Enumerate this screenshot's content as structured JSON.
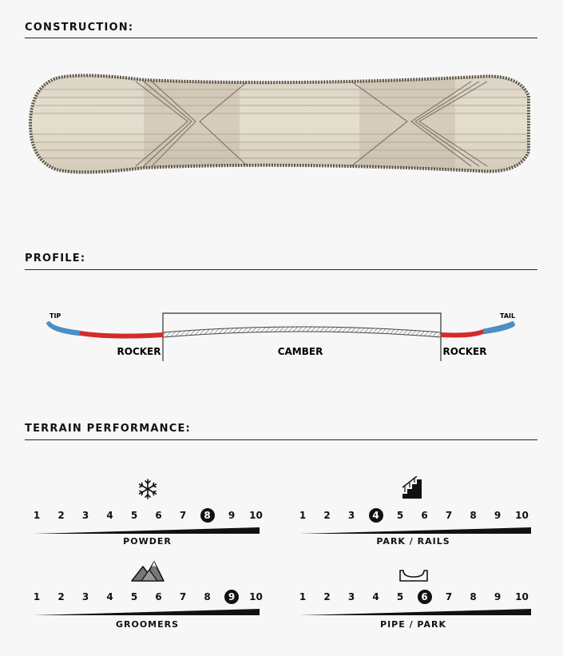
{
  "sections": {
    "construction": "CONSTRUCTION:",
    "profile": "PROFILE:",
    "terrain": "TERRAIN PERFORMANCE:"
  },
  "profile": {
    "tip_label": "TIP",
    "tail_label": "TAIL",
    "left_zone": "ROCKER",
    "center_zone": "CAMBER",
    "right_zone": "ROCKER",
    "colors": {
      "tip_tail": "#4a90c8",
      "rocker": "#d42b2b"
    }
  },
  "terrain": {
    "scale": [
      "1",
      "2",
      "3",
      "4",
      "5",
      "6",
      "7",
      "8",
      "9",
      "10"
    ],
    "ratings": [
      {
        "id": "powder",
        "label": "POWDER",
        "value": 8,
        "icon": "snowflake-icon"
      },
      {
        "id": "park-rails",
        "label": "PARK / RAILS",
        "value": 4,
        "icon": "stairs-rail-icon"
      },
      {
        "id": "groomers",
        "label": "GROOMERS",
        "value": 9,
        "icon": "mountains-icon"
      },
      {
        "id": "pipe-park",
        "label": "PIPE / PARK",
        "value": 6,
        "icon": "halfpipe-icon"
      }
    ]
  }
}
